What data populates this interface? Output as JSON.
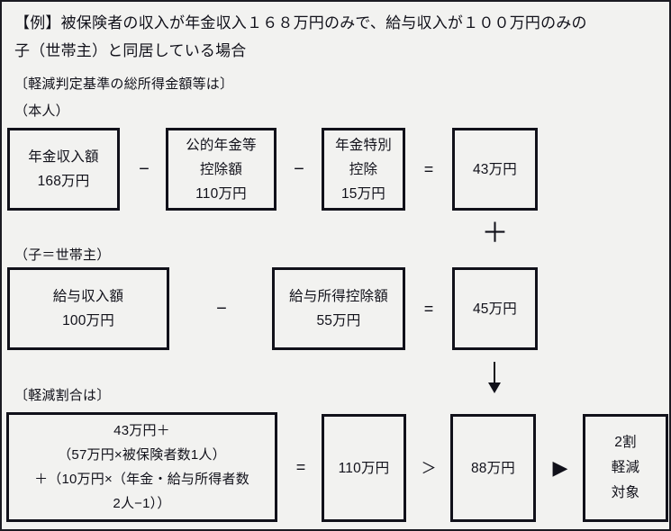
{
  "headline": "【例】被保険者の収入が年金収入１６８万円のみで、給与収入が１００万円のみの\n子（世帯主）と同居している場合",
  "captions": {
    "criteria": "〔軽減判定基準の総所得金額等は〕",
    "self": "（本人）",
    "child": "（子＝世帯主）",
    "rate": "〔軽減割合は〕"
  },
  "operators": {
    "minus": "−",
    "equals": "=",
    "plus": "＋",
    "greater_than": "＞",
    "triangle": "▶",
    "arrow_down": "arrow-down-icon"
  },
  "row_self": {
    "pension_income": {
      "label": "年金収入額",
      "amount": "168万円"
    },
    "pension_deduction": {
      "label1": "公的年金等",
      "label2": "控除額",
      "amount": "110万円"
    },
    "pension_special_deduction": {
      "label1": "年金特別",
      "label2": "控除",
      "amount": "15万円"
    },
    "result": "43万円"
  },
  "row_child": {
    "salary_income": {
      "label": "給与収入額",
      "amount": "100万円"
    },
    "salary_deduction": {
      "label": "給与所得控除額",
      "amount": "55万円"
    },
    "result": "45万円"
  },
  "row_rate": {
    "formula": {
      "line1": "43万円＋",
      "line2": "（57万円×被保険者数1人）",
      "line3": "＋（10万円×（年金・給与所得者数",
      "line4": "2人−1））"
    },
    "total": "110万円",
    "threshold": "88万円",
    "conclusion": {
      "line1": "2割",
      "line2": "軽減",
      "line3": "対象"
    }
  },
  "colors": {
    "background": "#f2f2f0",
    "ink": "#11111a",
    "frame": "#1b1b22"
  }
}
